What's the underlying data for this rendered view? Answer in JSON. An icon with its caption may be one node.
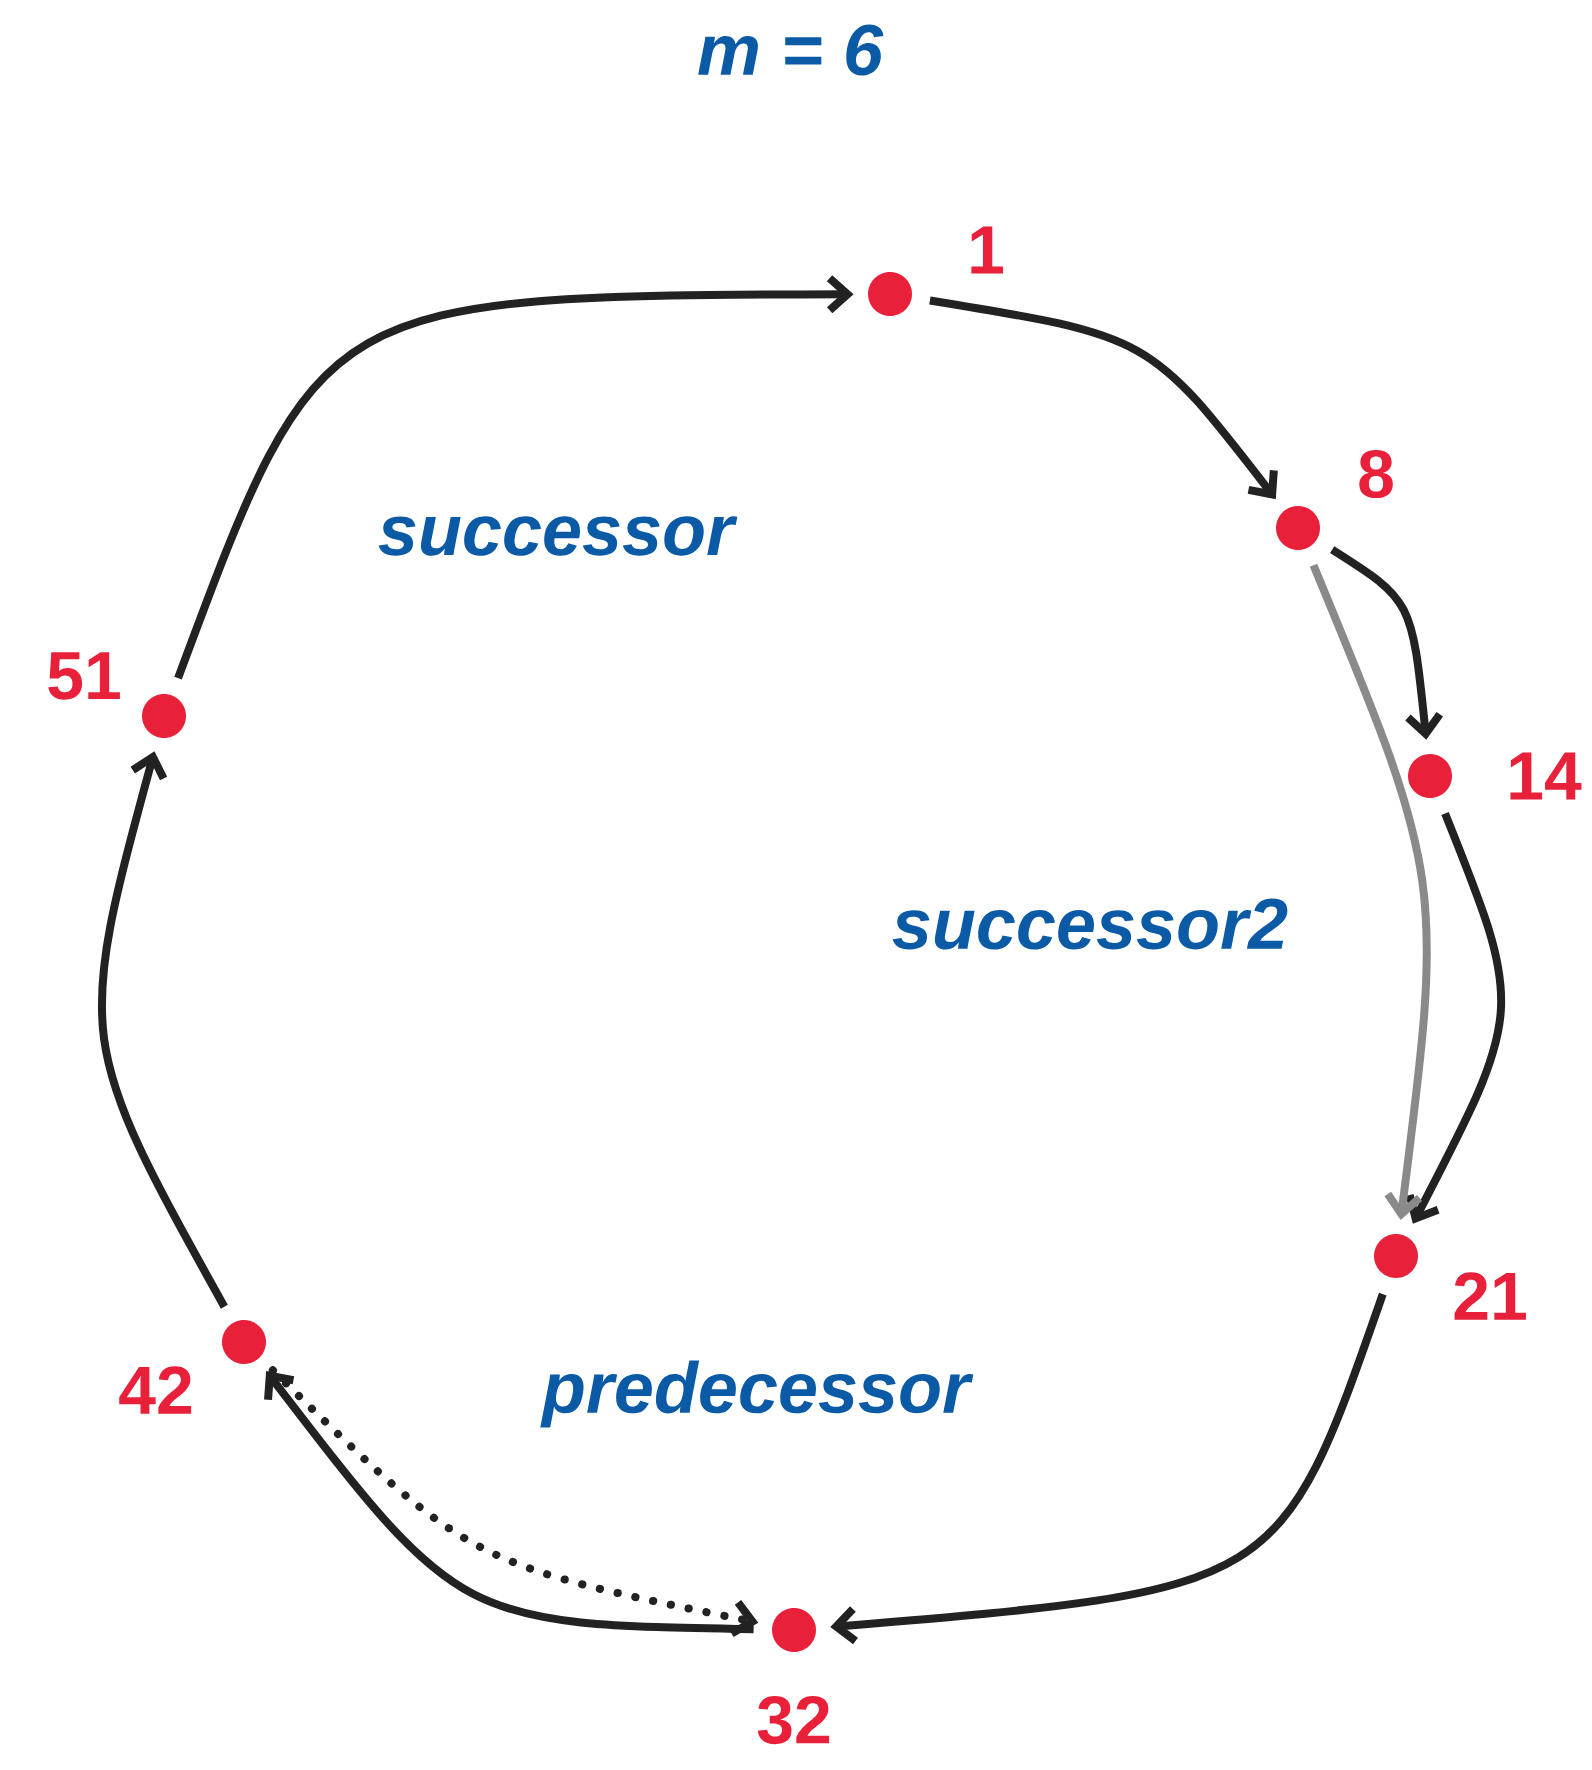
{
  "diagram": {
    "title": "m = 6",
    "nodes": [
      {
        "text": [
          "1"
        ]
      },
      {
        "text": [
          "8"
        ]
      },
      {
        "text": [
          "14"
        ]
      },
      {
        "text": [
          "21"
        ]
      },
      {
        "text": [
          "32"
        ]
      },
      {
        "text": [
          "42"
        ]
      },
      {
        "text": [
          "51"
        ]
      }
    ],
    "edges": [
      {
        "from": 0,
        "to": 1,
        "arrow": "to"
      },
      {
        "from": 1,
        "to": 2,
        "arrow": "to"
      },
      {
        "from": 2,
        "to": 3,
        "arrow": "to"
      },
      {
        "from": 3,
        "to": 4,
        "arrow": "to"
      },
      {
        "from": 4,
        "to": 5,
        "arrow": "to"
      },
      {
        "from": 5,
        "to": 6,
        "arrow": "to"
      },
      {
        "from": 6,
        "to": 0,
        "arrow": "to",
        "label": "successor"
      },
      {
        "from": 1,
        "to": 3,
        "arrow": "to",
        "label": "successor2",
        "color": "#8a8a8a"
      },
      {
        "from": 5,
        "to": 4,
        "arrow": "to",
        "label": "predecessor",
        "style": "dashed"
      }
    ]
  }
}
